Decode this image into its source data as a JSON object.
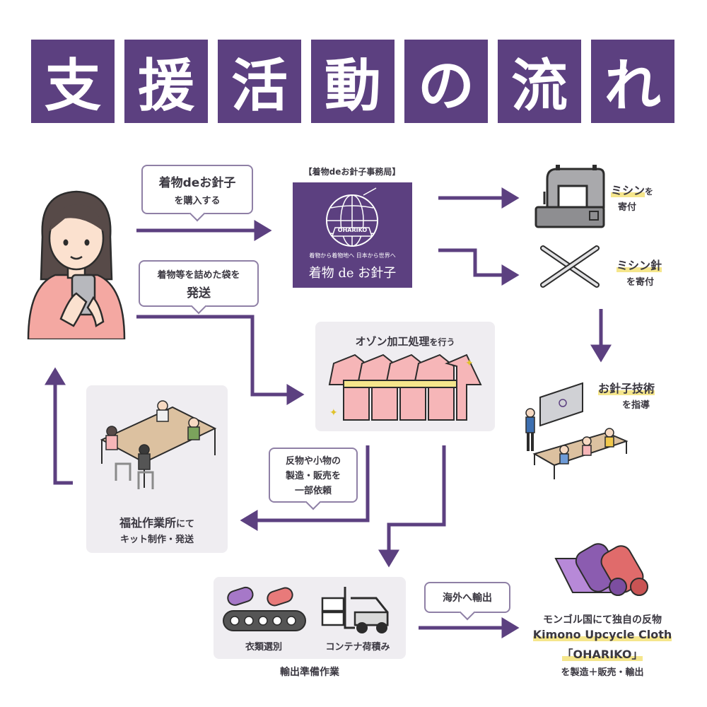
{
  "title": {
    "chars": [
      "支",
      "援",
      "活",
      "動",
      "の",
      "流",
      "れ"
    ]
  },
  "office": {
    "caption": "【着物deお針子事務局】",
    "logo_ring": "OHARIKO",
    "slogan": "着物から着物地へ 日本から世界へ",
    "brand": "着物 de お針子"
  },
  "bubbles": {
    "purchase": {
      "line1": "着物deお針子",
      "line2": "を購入する"
    },
    "ship": {
      "line1": "着物等を詰めた袋を",
      "line2": "発送"
    },
    "request": {
      "line1": "反物や小物の",
      "line2": "製造・販売を",
      "line3": "一部依頼"
    },
    "export": {
      "line1": "海外へ輸出"
    }
  },
  "donate": {
    "machine": {
      "main": "ミシン",
      "sub": "を",
      "line2": "寄付"
    },
    "needle": {
      "main": "ミシン針",
      "line2": "を寄付"
    }
  },
  "teach": {
    "main": "お針子技術",
    "line2": "を指導"
  },
  "ozone": {
    "main": "オゾン加工処理",
    "sub": "を行う"
  },
  "welfare": {
    "line1": "福祉作業所",
    "line1_sub": "にて",
    "line2": "キット制作・発送"
  },
  "prep": {
    "sort": "衣類選別",
    "load": "コンテナ荷積み",
    "footer": "輸出準備作業"
  },
  "mongolia": {
    "line1": "モンゴル国にて独自の反物",
    "line2": "Kimono Upcycle Cloth",
    "line3": "「OHARIKO」",
    "line4": "を製造＋販売・輸出"
  },
  "colors": {
    "primary": "#5c4080",
    "panel": "#efedf1",
    "highlight": "#f5e68c",
    "pink": "#f6b6b8"
  }
}
